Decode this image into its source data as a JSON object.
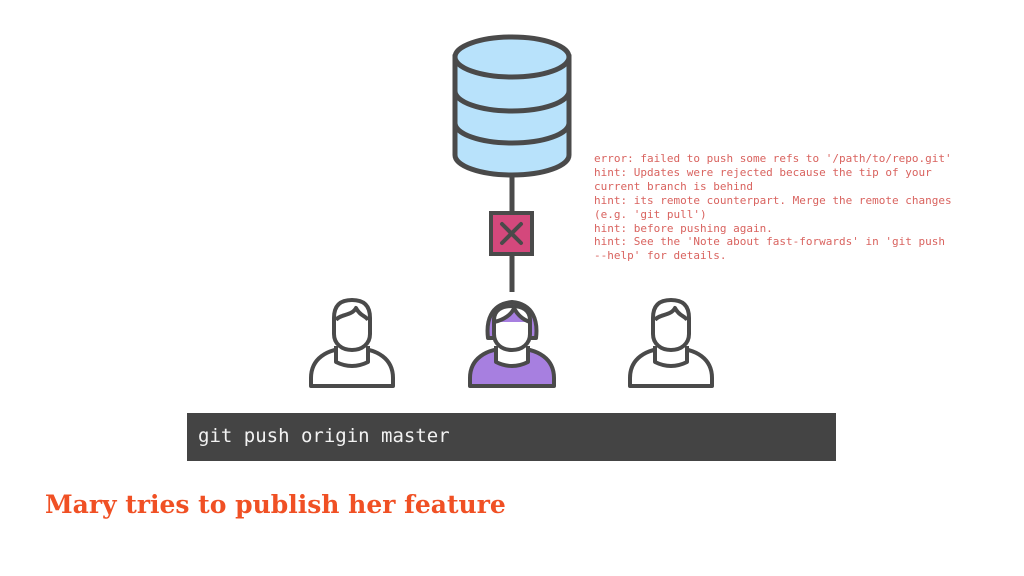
{
  "colors": {
    "database_fill": "#b8e2fb",
    "outline": "#4a4a4a",
    "reject_box": "#d4487c",
    "active_user": "#a77fe0",
    "error_text": "#d9635f",
    "terminal_bg": "#444444",
    "caption": "#f05024"
  },
  "icons": {
    "database": "database-icon",
    "rejected": "x-box-icon",
    "user": "person-icon"
  },
  "error_output": "error: failed to push some refs to '/path/to/repo.git'\nhint: Updates were rejected because the tip of your\ncurrent branch is behind\nhint: its remote counterpart. Merge the remote changes\n(e.g. 'git pull')\nhint: before pushing again.\nhint: See the 'Note about fast-forwards' in 'git push\n--help' for details.",
  "terminal": {
    "command": "git push origin master"
  },
  "caption": "Mary tries to publish her feature"
}
